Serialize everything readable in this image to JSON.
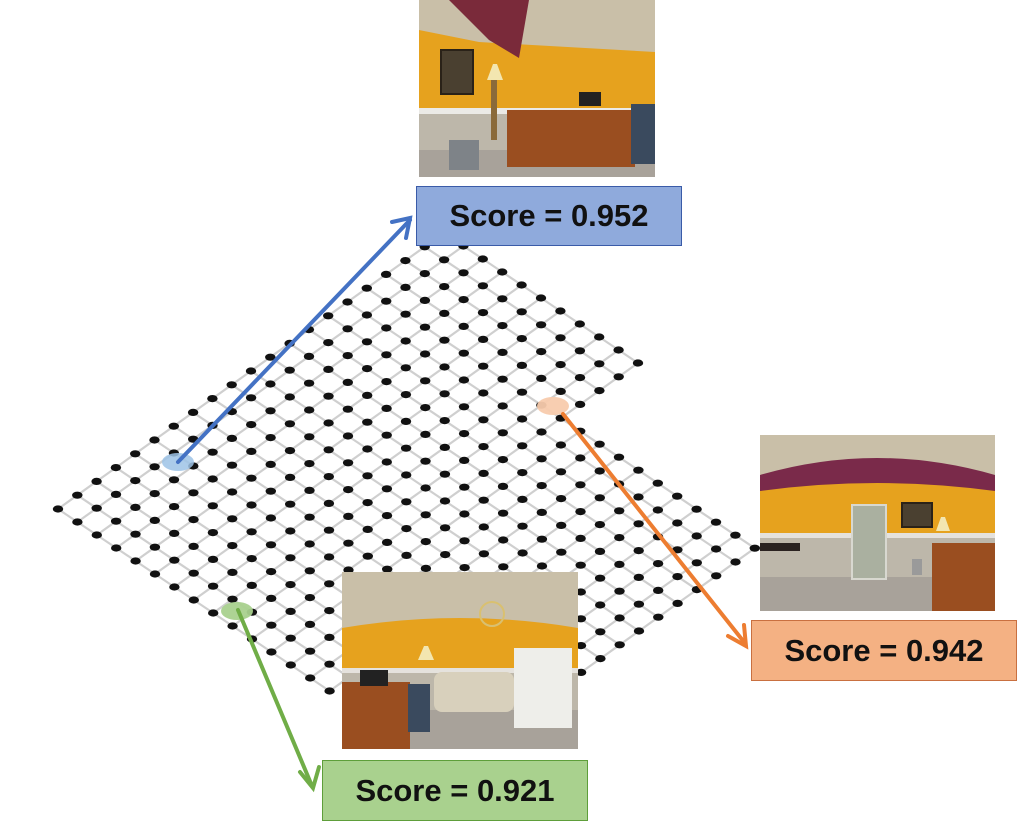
{
  "scores": {
    "blue": "Score = 0.952",
    "orange": "Score = 0.942",
    "green": "Score = 0.921"
  },
  "colors": {
    "blue": "#4472C4",
    "blue_box": "#8FAADC",
    "blue_border": "#3A5BA8",
    "orange": "#ED7D31",
    "orange_box": "#F4B183",
    "orange_border": "#C97040",
    "green": "#70AD47",
    "green_box": "#A9D18E",
    "green_border": "#5E9E3A",
    "wall": "#E8A020",
    "ceiling": "#C9BFA8",
    "floor": "#A8A29A",
    "wood": "#9A4E20",
    "grid_dot": "#111111",
    "grid_line": "#CFCFCF"
  },
  "icons": {
    "blue_marker": "circle-marker-icon",
    "orange_marker": "circle-marker-icon",
    "green_marker": "circle-marker-icon"
  }
}
